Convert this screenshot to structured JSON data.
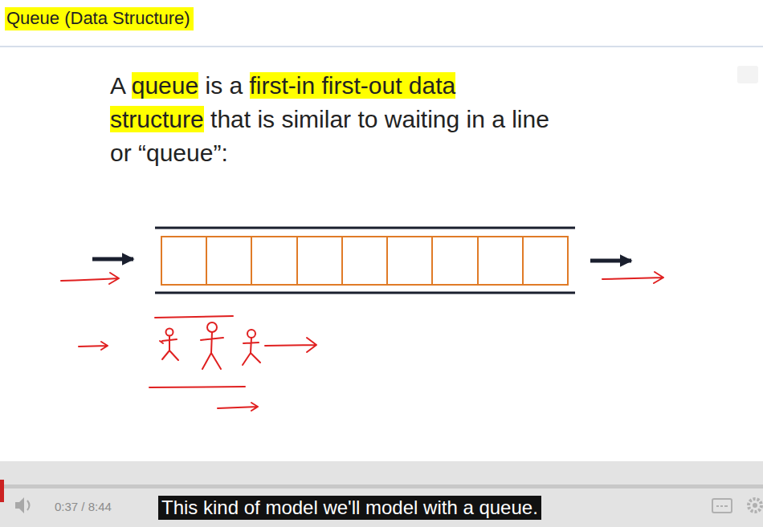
{
  "diagram": {
    "title": "Queue (Data Structure)",
    "labels": [
      "A",
      "queue",
      "is a",
      "first-in first-out data",
      "structure",
      "that is similar to waiting in a line",
      "or “queue”:",
      "0:37 / 8:44",
      "This kind of model we'll model with a queue."
    ]
  }
}
